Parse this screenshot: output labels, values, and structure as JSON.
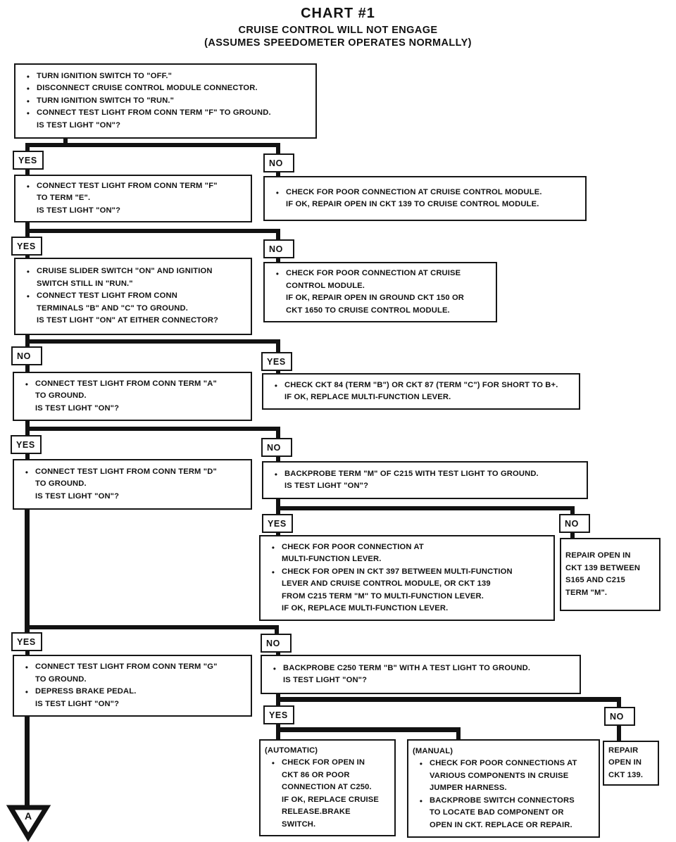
{
  "title": {
    "line1": "CHART #1",
    "line2": "CRUISE CONTROL WILL NOT ENGAGE",
    "line3": "(ASSUMES SPEEDOMETER OPERATES NORMALLY)"
  },
  "labels": {
    "yes": "YES",
    "no": "NO"
  },
  "glyphs": {
    "bullet": "●"
  },
  "connector": {
    "letter": "A"
  },
  "nodes": {
    "start": [
      {
        "m": "b",
        "t": "TURN IGNITION SWITCH TO \"OFF.\""
      },
      {
        "m": "b",
        "t": "DISCONNECT CRUISE CONTROL MODULE CONNECTOR."
      },
      {
        "m": "b",
        "t": "TURN IGNITION SWITCH TO \"RUN.\""
      },
      {
        "m": "b",
        "t": "CONNECT TEST LIGHT FROM CONN TERM \"F\" TO GROUND."
      },
      {
        "m": "c",
        "t": "IS TEST LIGHT \"ON\"?"
      }
    ],
    "r2l": [
      {
        "m": "b",
        "t": "CONNECT TEST LIGHT FROM CONN TERM \"F\""
      },
      {
        "m": "c",
        "t": "TO TERM \"E\"."
      },
      {
        "m": "c",
        "t": "IS TEST LIGHT \"ON\"?"
      }
    ],
    "r2r": [
      {
        "m": "b",
        "t": "CHECK FOR POOR CONNECTION AT CRUISE CONTROL MODULE."
      },
      {
        "m": "c",
        "t": "IF OK, REPAIR OPEN IN CKT 139 TO CRUISE CONTROL MODULE."
      }
    ],
    "r3l": [
      {
        "m": "b",
        "t": "CRUISE SLIDER SWITCH \"ON\" AND IGNITION"
      },
      {
        "m": "c",
        "t": "SWITCH STILL IN \"RUN.\""
      },
      {
        "m": "b",
        "t": "CONNECT TEST LIGHT FROM CONN"
      },
      {
        "m": "c",
        "t": "TERMINALS \"B\" AND \"C\" TO GROUND."
      },
      {
        "m": "c",
        "t": "IS TEST LIGHT \"ON\" AT EITHER CONNECTOR?"
      }
    ],
    "r3r": [
      {
        "m": "b",
        "t": "CHECK FOR POOR CONNECTION AT CRUISE"
      },
      {
        "m": "c",
        "t": "CONTROL MODULE."
      },
      {
        "m": "c",
        "t": "IF OK, REPAIR OPEN IN GROUND CKT 150 OR"
      },
      {
        "m": "c",
        "t": "CKT 1650 TO CRUISE CONTROL MODULE."
      }
    ],
    "r4l": [
      {
        "m": "b",
        "t": "CONNECT TEST LIGHT FROM CONN TERM \"A\""
      },
      {
        "m": "c",
        "t": "TO GROUND."
      },
      {
        "m": "c",
        "t": "IS TEST LIGHT \"ON\"?"
      }
    ],
    "r4r": [
      {
        "m": "b",
        "t": "CHECK CKT 84 (TERM \"B\") OR CKT 87 (TERM \"C\") FOR SHORT TO B+."
      },
      {
        "m": "c",
        "t": "IF OK, REPLACE MULTI-FUNCTION LEVER."
      }
    ],
    "r5l": [
      {
        "m": "b",
        "t": "CONNECT TEST LIGHT FROM CONN TERM \"D\""
      },
      {
        "m": "c",
        "t": "TO GROUND."
      },
      {
        "m": "c",
        "t": "IS TEST LIGHT \"ON\"?"
      }
    ],
    "r5r": [
      {
        "m": "b",
        "t": "BACKPROBE TERM \"M\" OF C215 WITH TEST LIGHT TO GROUND."
      },
      {
        "m": "c",
        "t": "IS TEST LIGHT \"ON\"?"
      }
    ],
    "r6a": [
      {
        "m": "b",
        "t": "CHECK FOR POOR CONNECTION AT"
      },
      {
        "m": "c",
        "t": "MULTI-FUNCTION LEVER."
      },
      {
        "m": "b",
        "t": "CHECK FOR OPEN IN CKT 397 BETWEEN MULTI-FUNCTION"
      },
      {
        "m": "c",
        "t": "LEVER AND CRUISE CONTROL MODULE, OR CKT 139"
      },
      {
        "m": "c",
        "t": "FROM C215 TERM \"M\" TO MULTI-FUNCTION LEVER."
      },
      {
        "m": "c",
        "t": "IF OK, REPLACE MULTI-FUNCTION LEVER."
      }
    ],
    "r6b": [
      {
        "m": "h",
        "t": "REPAIR OPEN IN"
      },
      {
        "m": "h",
        "t": "CKT 139 BETWEEN"
      },
      {
        "m": "h",
        "t": "S165 AND C215"
      },
      {
        "m": "h",
        "t": "TERM \"M\"."
      }
    ],
    "r7l": [
      {
        "m": "b",
        "t": "CONNECT TEST LIGHT FROM CONN TERM \"G\""
      },
      {
        "m": "c",
        "t": "TO GROUND."
      },
      {
        "m": "b",
        "t": "DEPRESS BRAKE PEDAL."
      },
      {
        "m": "c",
        "t": "IS TEST LIGHT \"ON\"?"
      }
    ],
    "r7r": [
      {
        "m": "b",
        "t": "BACKPROBE C250 TERM \"B\" WITH A TEST LIGHT TO GROUND."
      },
      {
        "m": "c",
        "t": "IS TEST LIGHT \"ON\"?"
      }
    ],
    "r8a": [
      {
        "m": "h",
        "t": "(AUTOMATIC)"
      },
      {
        "m": "b",
        "t": "CHECK FOR OPEN IN"
      },
      {
        "m": "c",
        "t": "CKT 86 OR POOR"
      },
      {
        "m": "c",
        "t": "CONNECTION AT C250."
      },
      {
        "m": "c",
        "t": "IF OK, REPLACE CRUISE"
      },
      {
        "m": "c",
        "t": "RELEASE.BRAKE"
      },
      {
        "m": "c",
        "t": "SWITCH."
      }
    ],
    "r8b": [
      {
        "m": "h",
        "t": "(MANUAL)"
      },
      {
        "m": "b",
        "t": "CHECK FOR POOR CONNECTIONS AT"
      },
      {
        "m": "c",
        "t": "VARIOUS COMPONENTS IN CRUISE"
      },
      {
        "m": "c",
        "t": "JUMPER HARNESS."
      },
      {
        "m": "b",
        "t": "BACKPROBE SWITCH CONNECTORS"
      },
      {
        "m": "c",
        "t": "TO LOCATE BAD COMPONENT OR"
      },
      {
        "m": "c",
        "t": "OPEN IN CKT.  REPLACE OR REPAIR."
      }
    ],
    "r8c": [
      {
        "m": "h",
        "t": "REPAIR"
      },
      {
        "m": "h",
        "t": "OPEN IN"
      },
      {
        "m": "h",
        "t": "CKT 139."
      }
    ]
  }
}
